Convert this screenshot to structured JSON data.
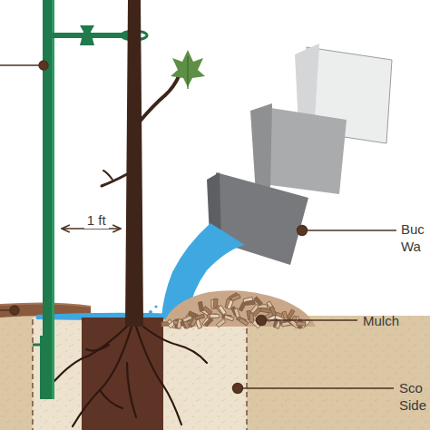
{
  "diagram": {
    "labels": [
      "1 ft",
      "Buc Wa",
      "Mulch",
      "Sco Side"
    ]
  }
}
